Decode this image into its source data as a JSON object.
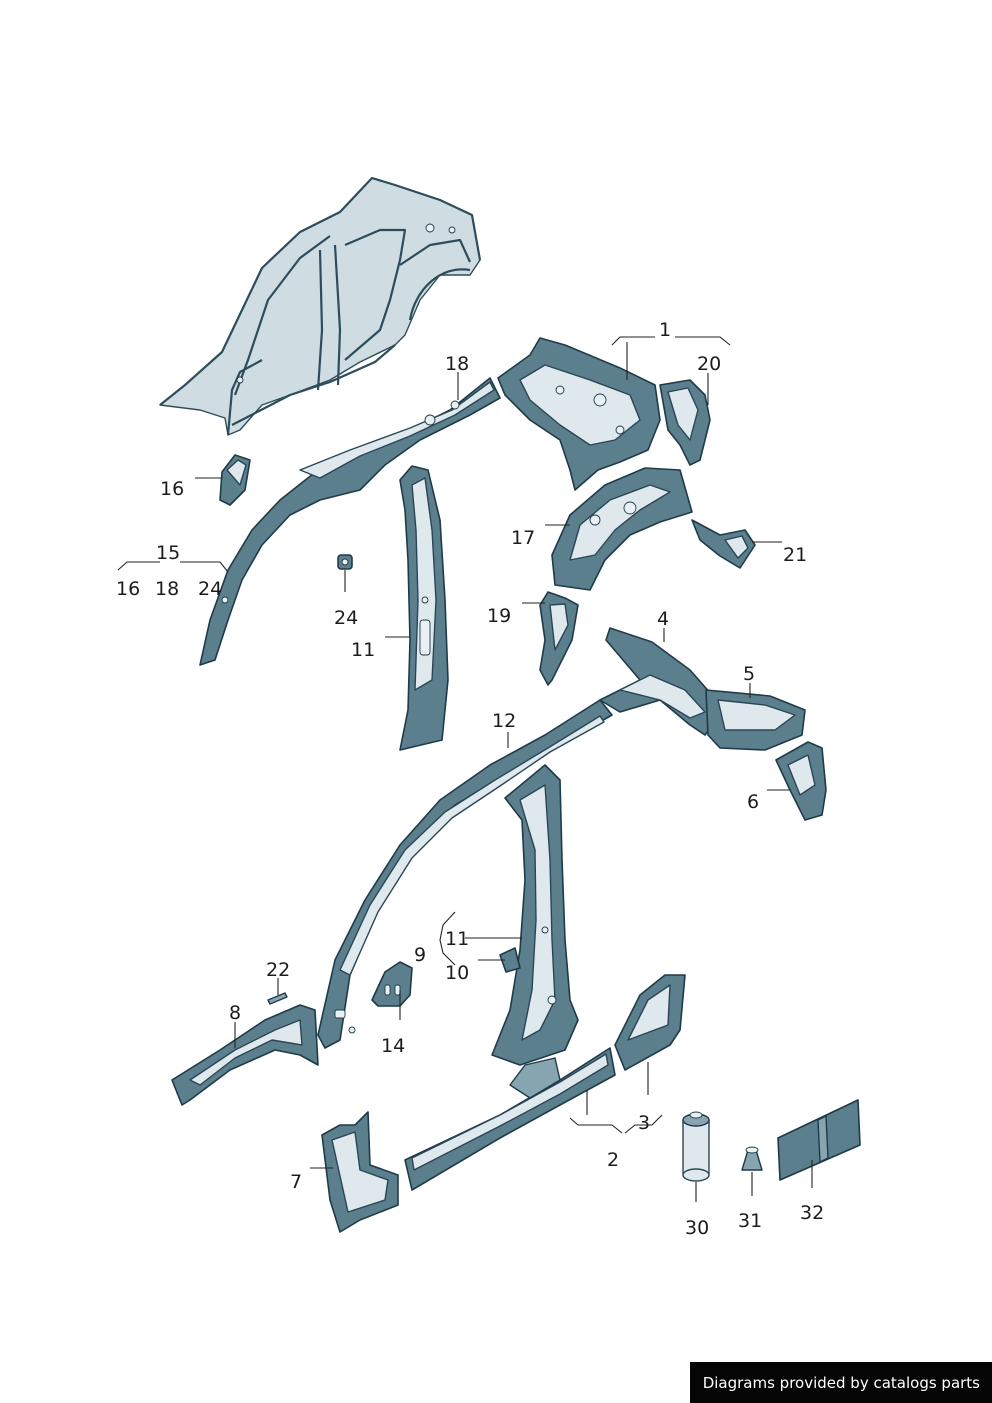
{
  "footer": {
    "text": "Diagrams provided by catalogs parts"
  },
  "callouts": {
    "c1": "1",
    "c2": "2",
    "c3": "3",
    "c4": "4",
    "c5": "5",
    "c6": "6",
    "c7": "7",
    "c8": "8",
    "c9": "9",
    "c10": "10",
    "c11_a": "11",
    "c11_b": "11",
    "c12": "12",
    "c14": "14",
    "c15": "15",
    "c16_a": "16",
    "c16_b": "16",
    "c17": "17",
    "c18_a": "18",
    "c18_b": "18",
    "c19": "19",
    "c20": "20",
    "c21": "21",
    "c22": "22",
    "c24_a": "24",
    "c24_b": "24",
    "c30": "30",
    "c31": "31",
    "c32": "32"
  }
}
